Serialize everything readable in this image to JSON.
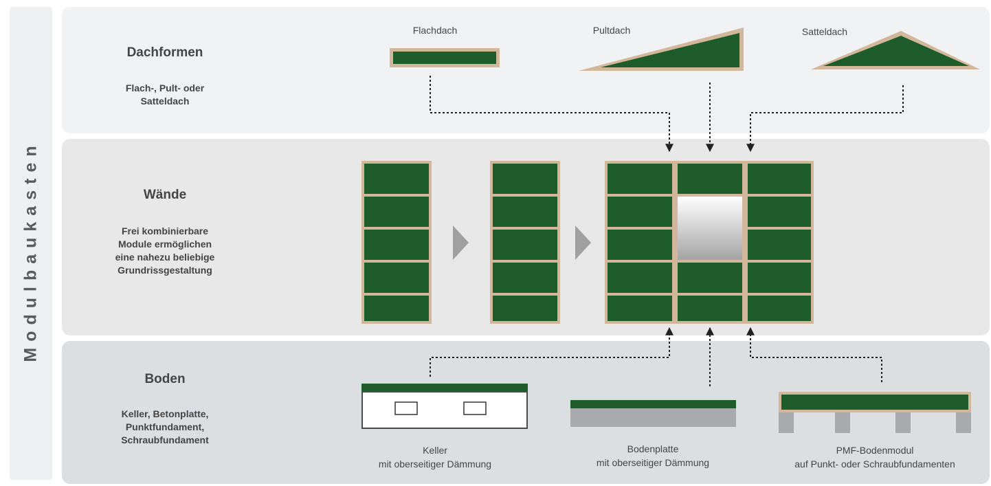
{
  "sidebar": {
    "label": "Modulbaukasten"
  },
  "roof": {
    "title": "Dachformen",
    "desc": "Flach-, Pult- oder\nSatteldach",
    "types": [
      "Flachdach",
      "Pultdach",
      "Satteldach"
    ]
  },
  "walls": {
    "title": "Wände",
    "desc": "Frei kombinierbare\nModule  ermöglichen\neine nahezu beliebige\nGrundrissgestaltung"
  },
  "floor": {
    "title": "Boden",
    "desc": "Keller, Betonplatte,\nPunktfundament,\nSchraubfundament",
    "types": [
      {
        "name": "Keller",
        "sub": "mit oberseitiger Dämmung"
      },
      {
        "name": "Bodenplatte",
        "sub": "mit oberseitiger Dämmung"
      },
      {
        "name": "PMF-Bodenmodul",
        "sub": "auf Punkt- oder Schraubfundamenten"
      }
    ]
  },
  "colors": {
    "panel": "#1e5c2b",
    "frame": "#d2b79a",
    "band_top": "#f1f2f3",
    "band_mid": "#e8e8e9",
    "band_bottom": "#dcdfe2",
    "concrete": "#a9aaab",
    "arrow_grey": "#a0a0a0"
  }
}
